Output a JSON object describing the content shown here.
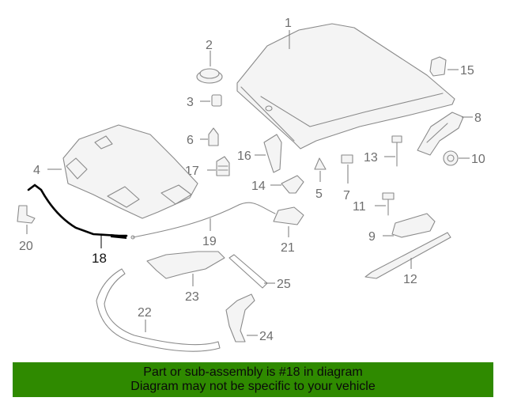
{
  "diagram": {
    "callouts": [
      {
        "id": "1",
        "label": "1"
      },
      {
        "id": "2",
        "label": "2"
      },
      {
        "id": "3",
        "label": "3"
      },
      {
        "id": "4",
        "label": "4"
      },
      {
        "id": "5",
        "label": "5"
      },
      {
        "id": "6",
        "label": "6"
      },
      {
        "id": "7",
        "label": "7"
      },
      {
        "id": "8",
        "label": "8"
      },
      {
        "id": "9",
        "label": "9"
      },
      {
        "id": "10",
        "label": "10"
      },
      {
        "id": "11",
        "label": "11"
      },
      {
        "id": "12",
        "label": "12"
      },
      {
        "id": "13",
        "label": "13"
      },
      {
        "id": "14",
        "label": "14"
      },
      {
        "id": "15",
        "label": "15"
      },
      {
        "id": "16",
        "label": "16"
      },
      {
        "id": "17",
        "label": "17"
      },
      {
        "id": "18",
        "label": "18",
        "highlighted": true
      },
      {
        "id": "19",
        "label": "19"
      },
      {
        "id": "20",
        "label": "20"
      },
      {
        "id": "21",
        "label": "21"
      },
      {
        "id": "22",
        "label": "22"
      },
      {
        "id": "23",
        "label": "23"
      },
      {
        "id": "24",
        "label": "24"
      },
      {
        "id": "25",
        "label": "25"
      }
    ],
    "highlight_color": "#000000"
  },
  "banner": {
    "line1": "Part or sub-assembly is #18 in diagram",
    "line2": "Diagram may not be specific to your vehicle",
    "color": "#2f8a00"
  }
}
